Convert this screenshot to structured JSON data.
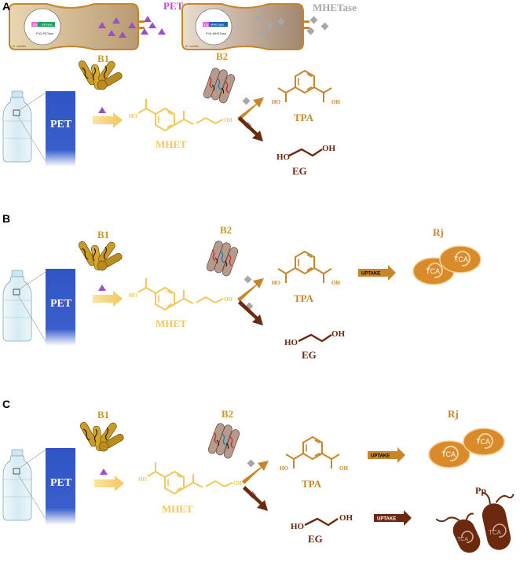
{
  "panels": [
    {
      "id": "A",
      "label": "A",
      "b1": "B1",
      "b2": "B2",
      "pet": "PET",
      "mhet": "MHET",
      "tpa": "TPA",
      "eg": "EG",
      "ho1": "HO",
      "ho2": "HO",
      "oh1": "OH",
      "oh2": "OH",
      "oh3": "OH",
      "ho3": "HO"
    },
    {
      "id": "B",
      "label": "B",
      "b1": "B1",
      "b2": "B2",
      "pet": "PET",
      "mhet": "MHET",
      "tpa": "TPA",
      "eg": "EG",
      "ho1": "HO",
      "ho2": "HO",
      "oh1": "OH",
      "oh2": "OH",
      "oh3": "OH",
      "ho3": "HO",
      "uptake": "UPTAKE",
      "rj": "Rj",
      "tca": "TCA"
    },
    {
      "id": "C",
      "label": "C",
      "b1": "B1",
      "b2": "B2",
      "pet": "PET",
      "mhet": "MHET",
      "tpa": "TPA",
      "eg": "EG",
      "ho1": "HO",
      "ho2": "HO",
      "oh1": "OH",
      "oh2": "OH",
      "oh3": "OH",
      "ho3": "HO",
      "uptake": "UPTAKE",
      "uptake2": "UPTAKE",
      "rj": "Rj",
      "pp": "Pp",
      "tca": "TCA"
    }
  ],
  "header": {
    "petase": "PETase",
    "mhetase": "MHETase",
    "cell1": {
      "lip": "Lip",
      "gene": "PETase",
      "promoter": "P43-PETase",
      "species": "B. subtilis"
    },
    "cell2": {
      "lip": "Lip",
      "gene": "MHETase",
      "promoter": "P43-MHETase",
      "species": "B. subtilis"
    }
  },
  "colors": {
    "orange": "#c8862a",
    "dark": "#6b2a10",
    "yellow": "#f2c75c",
    "blue": "#2f54c4",
    "purple": "#9b4fc9",
    "grey": "#a7a7a7",
    "b1": "#c99a25",
    "b2": "#b89a8c"
  }
}
